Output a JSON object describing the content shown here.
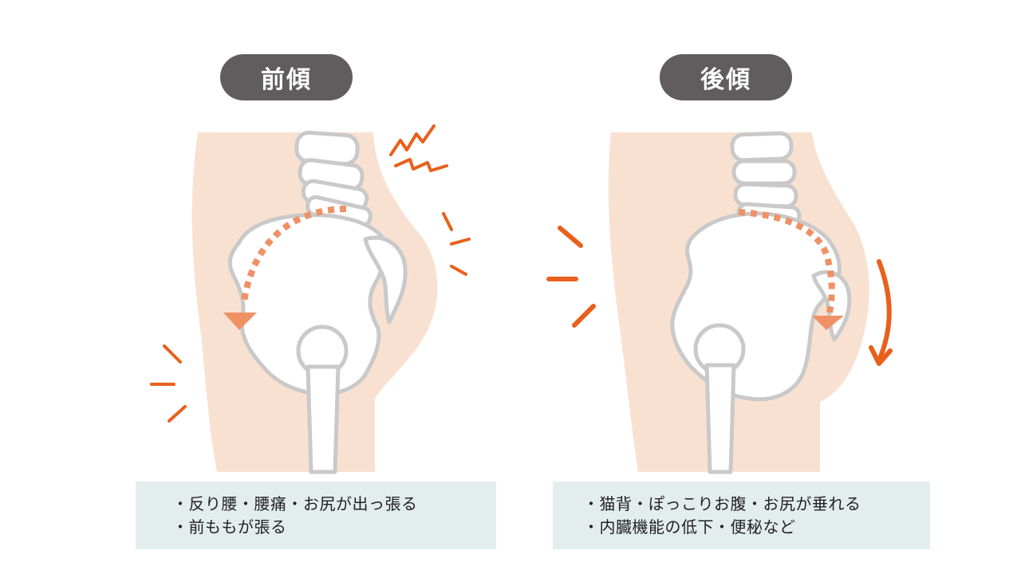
{
  "colors": {
    "pill": "#615c5e",
    "skin": "#f9e1d1",
    "bone": "#ffffff",
    "bone_outline": "#c9c9c9",
    "arrow_dotted": "#ef9164",
    "accent": "#e8601c",
    "info_box": "#e4eded"
  },
  "left": {
    "title": "前傾",
    "info": [
      "・反り腰・腰痛・お尻が出っ張る",
      "・前ももが張る"
    ]
  },
  "right": {
    "title": "後傾",
    "info": [
      "・猫背・ぽっこりお腹・お尻が垂れる",
      "・内臓機能の低下・便秘など"
    ]
  }
}
